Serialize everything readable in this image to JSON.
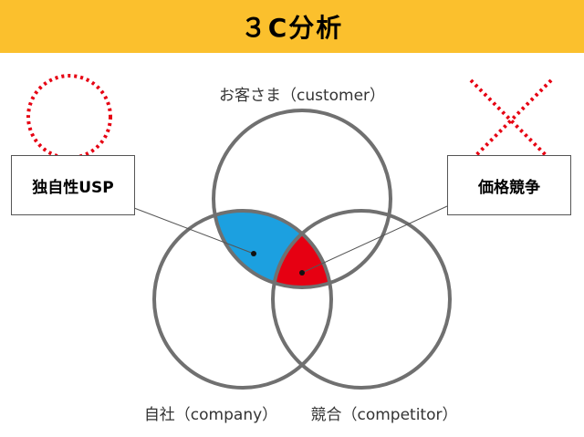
{
  "header": {
    "title": "３C分析"
  },
  "circles": {
    "customer": {
      "label": "お客さま（customer）"
    },
    "company": {
      "label": "自社（company）"
    },
    "competitor": {
      "label": "競合（competitor）"
    }
  },
  "callouts": {
    "usp": {
      "label": "独自性USP"
    },
    "price_competition": {
      "label": "価格競争"
    }
  },
  "colors": {
    "header_bg": "#FBC02D",
    "circle_stroke": "#707070",
    "usp_region": "#1CA0E0",
    "price_region": "#E60012",
    "good_mark": "#E60012",
    "bad_mark": "#E60012"
  },
  "marks": {
    "good": "circle-mark",
    "bad": "cross-mark"
  }
}
